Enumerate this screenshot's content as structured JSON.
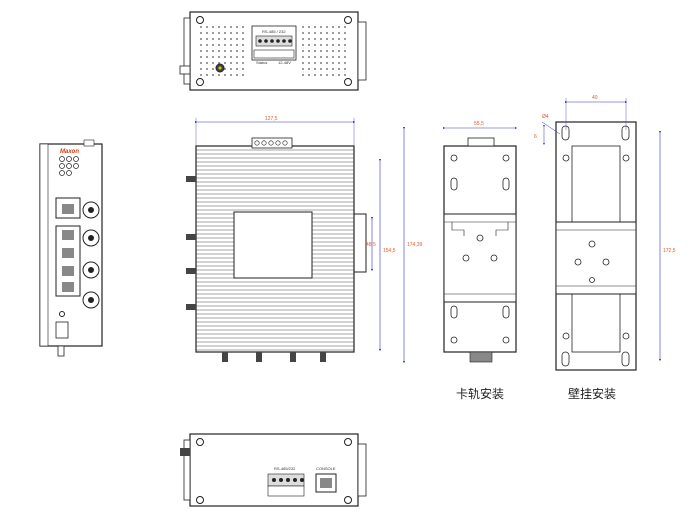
{
  "brand": "Maxon ",
  "top_view": {
    "terminal_label": "RS-485 / 232",
    "status_label": "Status",
    "power_label": "12-48V"
  },
  "bottom_view": {
    "terminal_label": "RS-485/232",
    "console_label": "CONSOLE"
  },
  "dimensions": {
    "front_width": "127,5",
    "front_height": "174,39",
    "front_inner_height": "154,5",
    "rail_height": "48,5",
    "side_width": "55,5",
    "wall_width": "40",
    "wall_height": "172,5",
    "hole_dia": "Ø4",
    "hole_offset": "6"
  },
  "captions": {
    "rail_mount": "卡轨安装",
    "wall_mount": "壁挂安装"
  }
}
